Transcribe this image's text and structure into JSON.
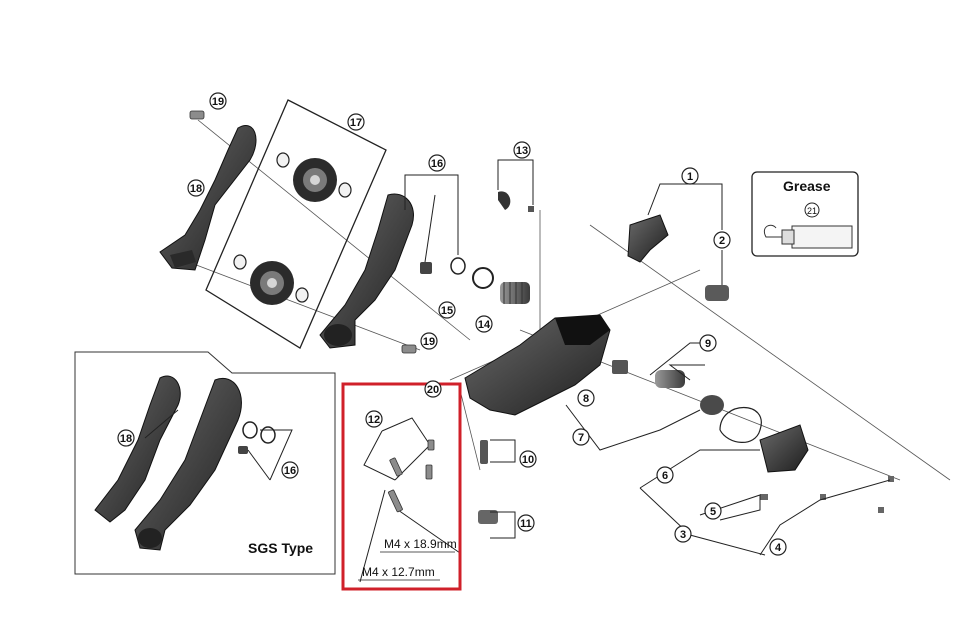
{
  "callouts": [
    {
      "id": "c1",
      "num": "1"
    },
    {
      "id": "c2",
      "num": "2"
    },
    {
      "id": "c3",
      "num": "3"
    },
    {
      "id": "c4",
      "num": "4"
    },
    {
      "id": "c5",
      "num": "5"
    },
    {
      "id": "c6",
      "num": "6"
    },
    {
      "id": "c7",
      "num": "7"
    },
    {
      "id": "c8",
      "num": "8"
    },
    {
      "id": "c9",
      "num": "9"
    },
    {
      "id": "c10",
      "num": "10"
    },
    {
      "id": "c11",
      "num": "11"
    },
    {
      "id": "c12",
      "num": "12"
    },
    {
      "id": "c13",
      "num": "13"
    },
    {
      "id": "c14",
      "num": "14"
    },
    {
      "id": "c15",
      "num": "15"
    },
    {
      "id": "c16",
      "num": "16"
    },
    {
      "id": "c17",
      "num": "17"
    },
    {
      "id": "c18",
      "num": "18"
    },
    {
      "id": "c19a",
      "num": "19"
    },
    {
      "id": "c19b",
      "num": "19"
    },
    {
      "id": "c20",
      "num": "20"
    },
    {
      "id": "c18b",
      "num": "18"
    },
    {
      "id": "c16b",
      "num": "16"
    }
  ],
  "grease": {
    "title": "Grease",
    "num": "21"
  },
  "sgs": {
    "title": "SGS Type"
  },
  "bolts": {
    "long": "M4 x 18.9mm",
    "short": "M4 x 12.7mm"
  },
  "colors": {
    "highlight": "#d0202a",
    "line": "#222222",
    "part_fill": "#3a3a3a",
    "part_light": "#8c8c8c"
  }
}
